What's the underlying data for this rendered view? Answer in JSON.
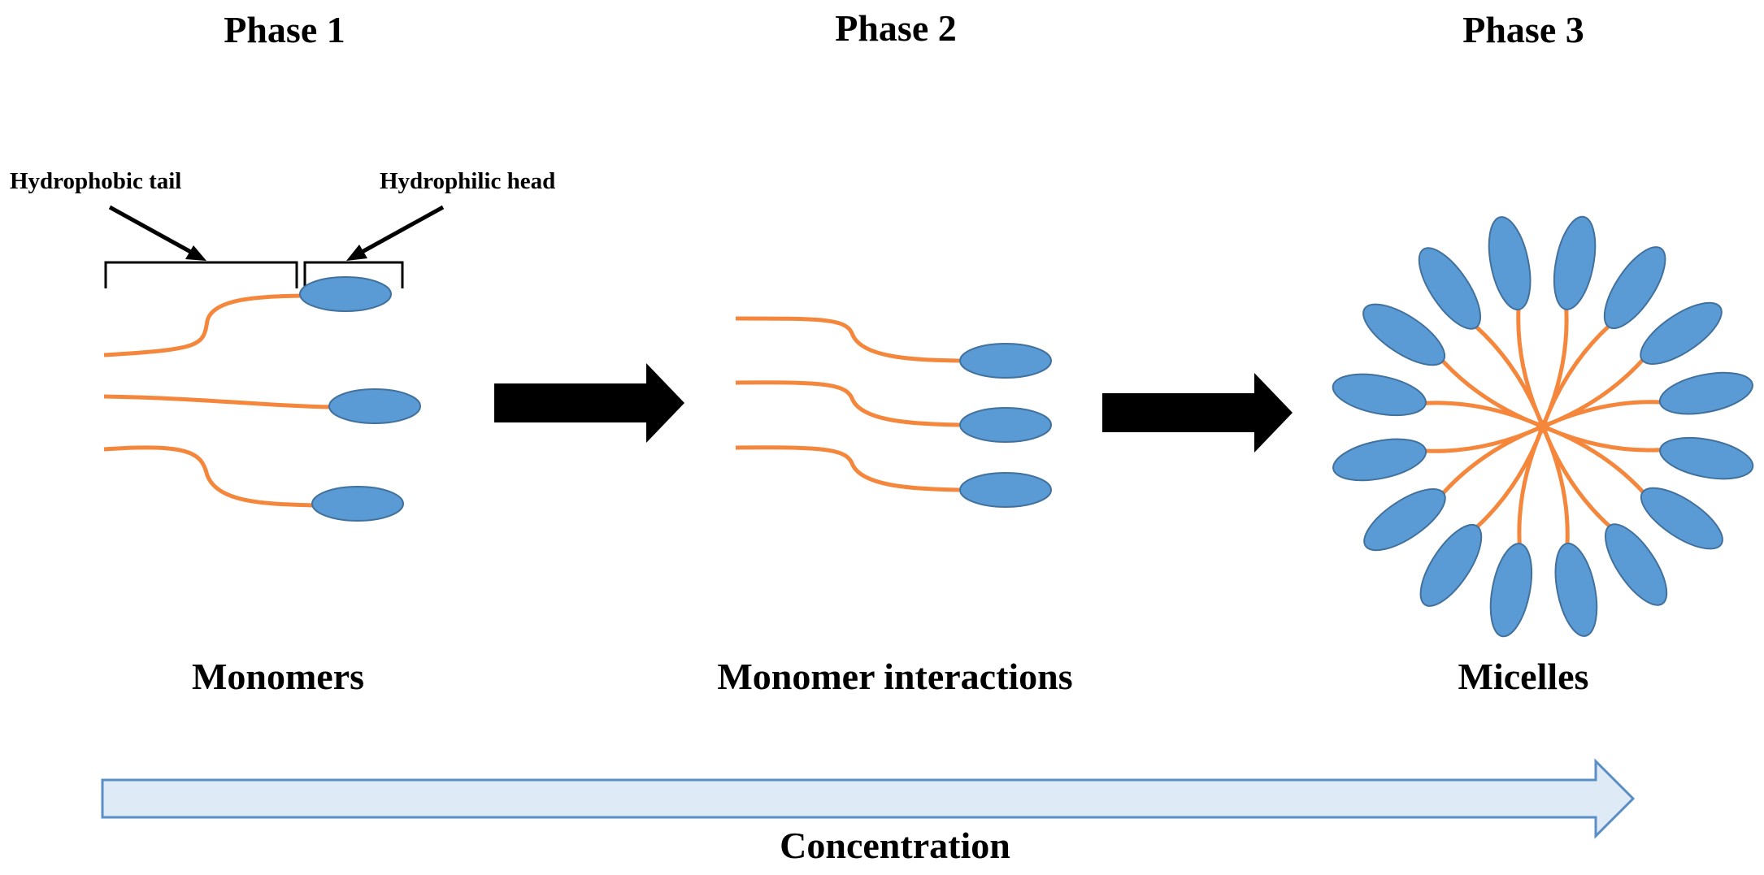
{
  "phases": [
    {
      "title": "Phase 1",
      "caption": "Monomers"
    },
    {
      "title": "Phase 2",
      "caption": "Monomer interactions"
    },
    {
      "title": "Phase 3",
      "caption": "Micelles"
    }
  ],
  "annotations": {
    "tail": "Hydrophobic tail",
    "head": "Hydrophilic head"
  },
  "axis_label": "Concentration",
  "colors": {
    "head_fill": "#5b9bd5",
    "head_stroke": "#41719c",
    "tail": "#f4873c",
    "arrow": "#000000",
    "concentration_fill": "#deebf7",
    "concentration_stroke": "#5b8ec6"
  },
  "micelle_monomer_count": 16
}
